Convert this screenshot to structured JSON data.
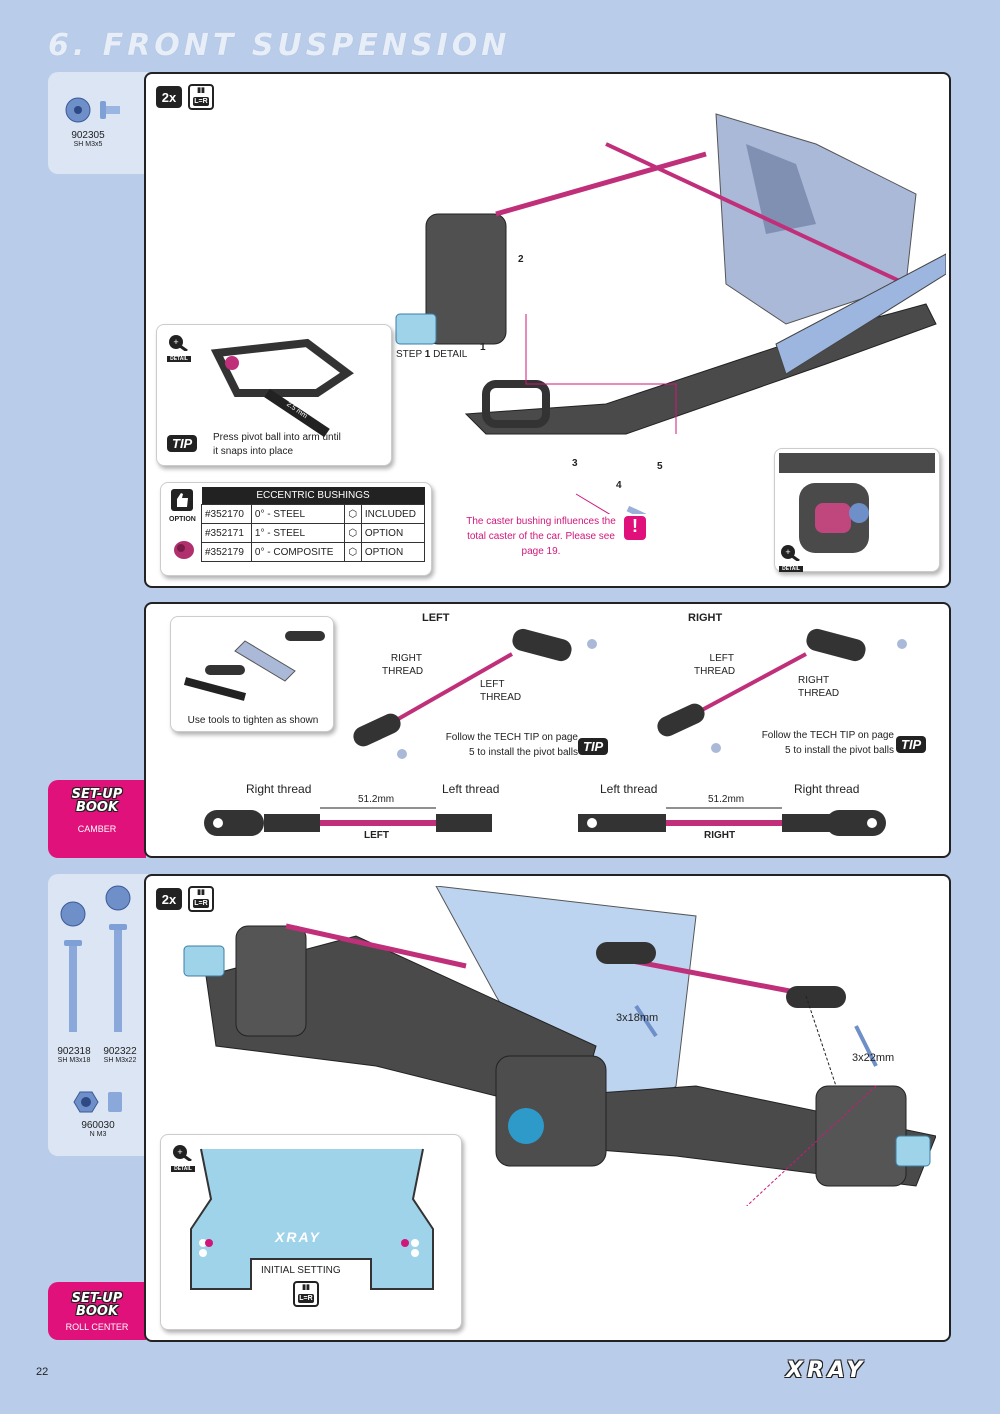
{
  "page": {
    "title": "6. FRONT SUSPENSION",
    "page_number": "22",
    "brand": "XRAY"
  },
  "parts_top": {
    "code": "902305",
    "desc": "SH M3x5"
  },
  "step1": {
    "qty": "2x",
    "lr_label": "L=R",
    "callouts": [
      "1",
      "2",
      "3",
      "4",
      "5"
    ],
    "step_detail": "STEP",
    "step_detail_num": "1",
    "step_detail_suffix": "DETAIL",
    "detail_label": "DETAIL",
    "tool_size": "2.5 mm",
    "tip_label": "TIP",
    "tip_text": "Press pivot ball into arm until it snaps into place",
    "option_label": "OPTION",
    "table": {
      "header": "ECCENTRIC BUSHINGS",
      "rows": [
        {
          "code": "#352170",
          "desc": "0° - STEEL",
          "status": "INCLUDED"
        },
        {
          "code": "#352171",
          "desc": "1° - STEEL",
          "status": "OPTION"
        },
        {
          "code": "#352179",
          "desc": "0° - COMPOSITE",
          "status": "OPTION"
        }
      ]
    },
    "caster_note": "The caster bushing influences the total caster of the car. Please see page 19.",
    "alert": "!"
  },
  "step2": {
    "tools_note": "Use tools to tighten as shown",
    "left_title": "LEFT",
    "right_title": "RIGHT",
    "left_labels": {
      "a": "RIGHT THREAD",
      "b": "LEFT THREAD"
    },
    "right_labels": {
      "a": "LEFT THREAD",
      "b": "RIGHT THREAD"
    },
    "tip_note": "Follow the TECH TIP on page 5 to install the pivot balls",
    "tip_label": "TIP",
    "setup_book": "SET-UP BOOK",
    "setup_sub": "CAMBER",
    "left_link": {
      "l": "Right thread",
      "r": "Left thread",
      "len": "51.2mm",
      "name": "LEFT"
    },
    "right_link": {
      "l": "Left thread",
      "r": "Right thread",
      "len": "51.2mm",
      "name": "RIGHT"
    }
  },
  "step3": {
    "qty": "2x",
    "lr_label": "L=R",
    "parts": [
      {
        "code": "902318",
        "desc": "SH M3x18"
      },
      {
        "code": "902322",
        "desc": "SH M3x22"
      },
      {
        "code": "960030",
        "desc": "N M3"
      }
    ],
    "screw1": "3x18mm",
    "screw2": "3x22mm",
    "detail_label": "DETAIL",
    "plate_brand": "XRAY",
    "initial_setting": "INITIAL SETTING",
    "setup_book": "SET-UP BOOK",
    "setup_sub": "ROLL CENTER"
  }
}
